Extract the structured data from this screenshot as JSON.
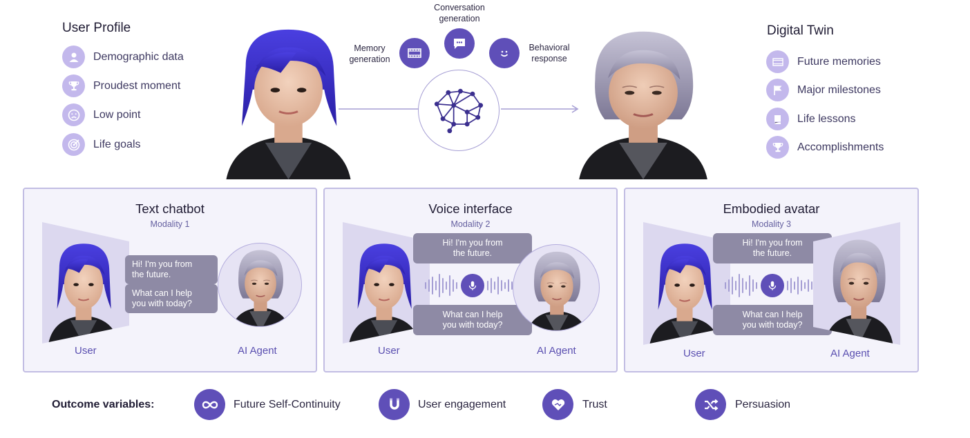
{
  "user_profile": {
    "title": "User Profile",
    "items": [
      {
        "label": "Demographic data",
        "icon": "person-icon"
      },
      {
        "label": "Proudest moment",
        "icon": "trophy-icon"
      },
      {
        "label": "Low point",
        "icon": "sad-face-icon"
      },
      {
        "label": "Life goals",
        "icon": "target-icon"
      }
    ]
  },
  "digital_twin": {
    "title": "Digital Twin",
    "items": [
      {
        "label": "Future memories",
        "icon": "film-icon"
      },
      {
        "label": "Major milestones",
        "icon": "flag-icon"
      },
      {
        "label": "Life lessons",
        "icon": "book-icon"
      },
      {
        "label": "Accomplishments",
        "icon": "trophy-icon"
      }
    ]
  },
  "generation": {
    "memory": "Memory\ngeneration",
    "conversation": "Conversation\ngeneration",
    "behavioral": "Behavioral\nresponse"
  },
  "modalities": [
    {
      "title": "Text chatbot",
      "subtitle": "Modality 1",
      "user_label": "User",
      "agent_label": "AI Agent",
      "message1": "Hi! I'm you from\nthe future.",
      "message2": "What can I help\nyou with today?"
    },
    {
      "title": "Voice interface",
      "subtitle": "Modality 2",
      "user_label": "User",
      "agent_label": "AI Agent",
      "message1": "Hi! I'm you from\nthe future.",
      "message2": "What can I help\nyou with today?"
    },
    {
      "title": "Embodied avatar",
      "subtitle": "Modality 3",
      "user_label": "User",
      "agent_label": "AI Agent",
      "message1": "Hi! I'm you from\nthe future.",
      "message2": "What can I help\nyou with today?"
    }
  ],
  "outcomes": {
    "label": "Outcome variables:",
    "items": [
      {
        "label": "Future Self-Continuity",
        "icon": "infinity-icon"
      },
      {
        "label": "User engagement",
        "icon": "magnet-icon"
      },
      {
        "label": "Trust",
        "icon": "heart-handshake-icon"
      },
      {
        "label": "Persuasion",
        "icon": "shuffle-icon"
      }
    ]
  },
  "colors": {
    "accent": "#5f4fb8",
    "light_accent": "#c3b8ec",
    "panel_border": "#c2bde3",
    "bubble": "#8e8aa5",
    "young_hair": "#3a2fc9",
    "old_hair": "#9a96b2"
  }
}
